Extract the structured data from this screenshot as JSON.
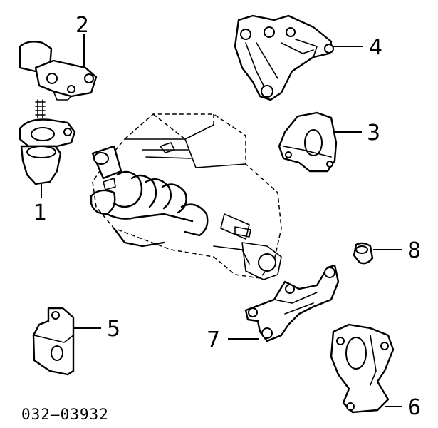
{
  "diagram": {
    "part_number": "032–03932",
    "callouts": {
      "c1": "1",
      "c2": "2",
      "c3": "3",
      "c4": "4",
      "c5": "5",
      "c6": "6",
      "c7": "7",
      "c8": "8"
    }
  }
}
